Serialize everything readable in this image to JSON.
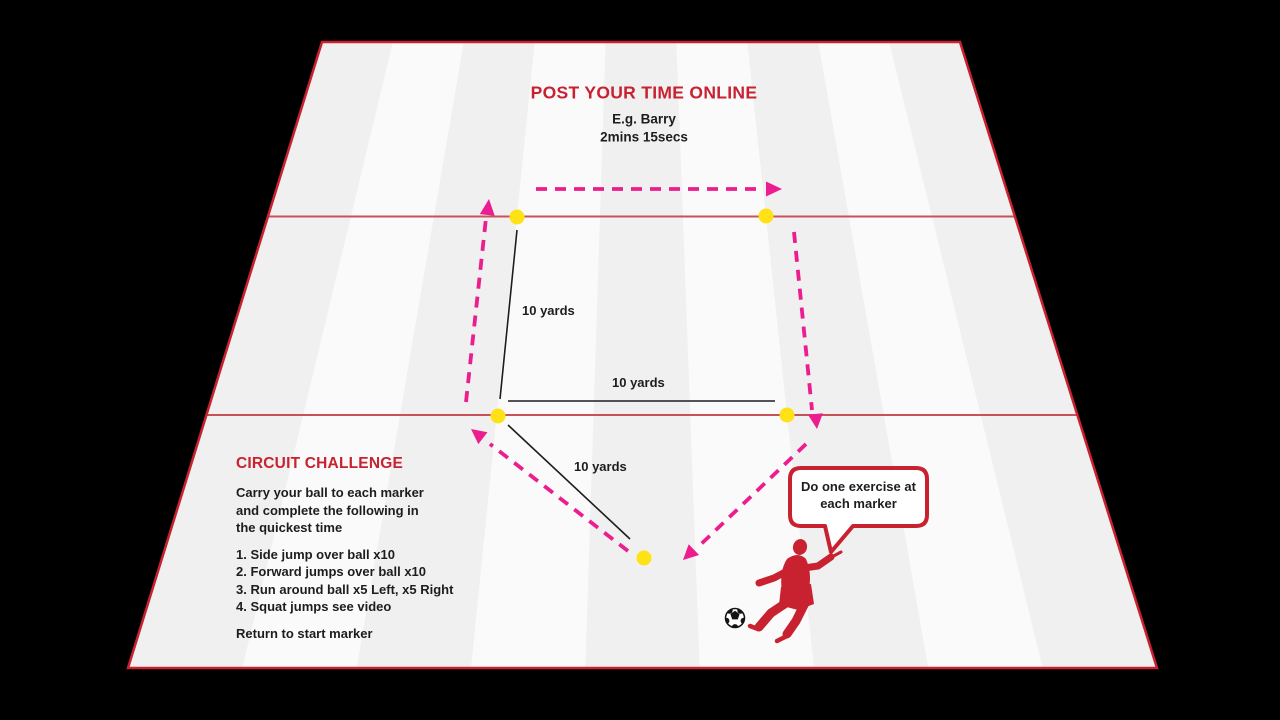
{
  "colors": {
    "red": "#c8212f",
    "pink": "#ec1d8f",
    "yellow": "#ffe215",
    "fieldline": "#c8525a",
    "ink": "#1d1d1b",
    "stripe_light": "#fafafa",
    "stripe_dark": "#f0f0f1"
  },
  "header": {
    "title": "POST YOUR TIME ONLINE",
    "example_name": "E.g. Barry",
    "example_time": "2mins 15secs"
  },
  "circuit": {
    "title": "CIRCUIT CHALLENGE",
    "intro_lines": [
      "Carry your ball to each marker",
      "and complete the following in",
      "the quickest time"
    ],
    "steps": [
      "1. Side jump over ball x10",
      "2. Forward jumps over ball x10",
      "3. Run around ball x5 Left, x5 Right",
      "4. Squat jumps see video"
    ],
    "footer": "Return to start marker"
  },
  "measurements": {
    "left_distance": "10 yards",
    "middle_distance": "10 yards",
    "bottom_distance": "10 yards"
  },
  "speech_bubble": {
    "line1": "Do one exercise at",
    "line2": "each marker"
  },
  "icons": {
    "cone_marker": "yellow-dot-marker",
    "ball": "soccer-ball-icon",
    "player": "red-player-silhouette",
    "route": "pink-dashed-arrow"
  }
}
